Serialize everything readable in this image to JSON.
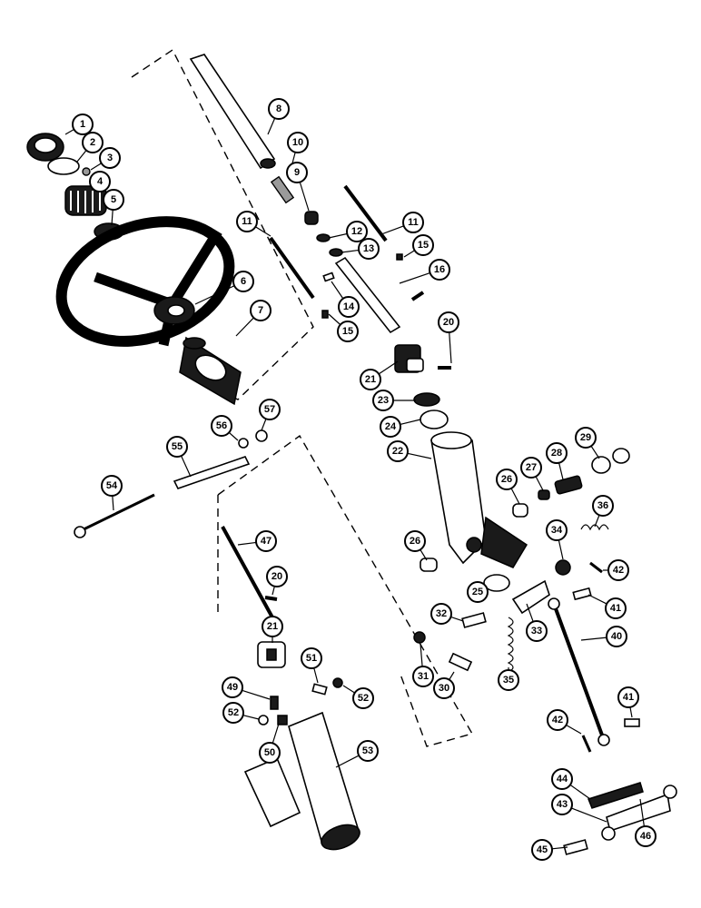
{
  "callouts": [
    {
      "label": "1"
    },
    {
      "label": "2"
    },
    {
      "label": "3"
    },
    {
      "label": "4"
    },
    {
      "label": "5"
    },
    {
      "label": "6"
    },
    {
      "label": "7"
    },
    {
      "label": "8"
    },
    {
      "label": "10"
    },
    {
      "label": "9"
    },
    {
      "label": "11"
    },
    {
      "label": "11"
    },
    {
      "label": "12"
    },
    {
      "label": "13"
    },
    {
      "label": "15"
    },
    {
      "label": "16"
    },
    {
      "label": "14"
    },
    {
      "label": "15"
    },
    {
      "label": "20"
    },
    {
      "label": "21"
    },
    {
      "label": "23"
    },
    {
      "label": "24"
    },
    {
      "label": "22"
    },
    {
      "label": "26"
    },
    {
      "label": "27"
    },
    {
      "label": "28"
    },
    {
      "label": "29"
    },
    {
      "label": "36"
    },
    {
      "label": "26"
    },
    {
      "label": "34"
    },
    {
      "label": "42"
    },
    {
      "label": "25"
    },
    {
      "label": "41"
    },
    {
      "label": "32"
    },
    {
      "label": "33"
    },
    {
      "label": "40"
    },
    {
      "label": "31"
    },
    {
      "label": "30"
    },
    {
      "label": "35"
    },
    {
      "label": "41"
    },
    {
      "label": "42"
    },
    {
      "label": "56"
    },
    {
      "label": "57"
    },
    {
      "label": "55"
    },
    {
      "label": "54"
    },
    {
      "label": "47"
    },
    {
      "label": "20"
    },
    {
      "label": "21"
    },
    {
      "label": "51"
    },
    {
      "label": "52"
    },
    {
      "label": "49"
    },
    {
      "label": "52"
    },
    {
      "label": "50"
    },
    {
      "label": "53"
    },
    {
      "label": "44"
    },
    {
      "label": "43"
    },
    {
      "label": "46"
    },
    {
      "label": "45"
    }
  ]
}
